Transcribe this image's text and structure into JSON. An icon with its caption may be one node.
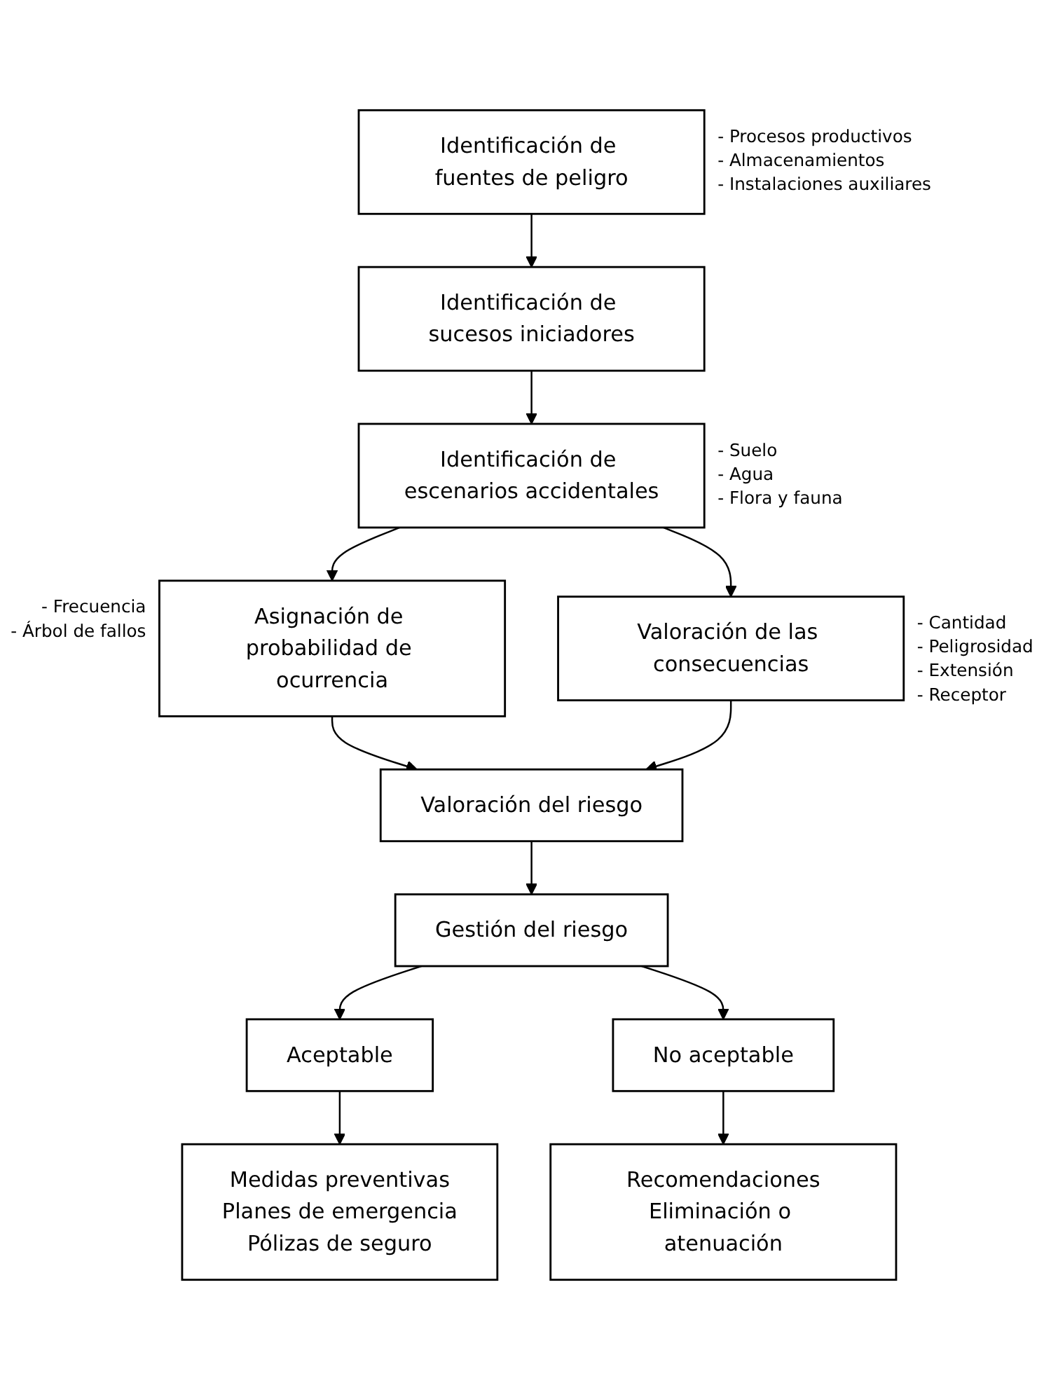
{
  "diagram": {
    "nodes": [
      {
        "text": [
          "Identificación de fuentes de peligro"
        ],
        "beside": [
          "- Procesos productivos",
          "- Almacenamientos",
          "- Instalaciones auxiliares"
        ]
      },
      {
        "text": [
          "Identificación de sucesos iniciadores"
        ]
      },
      {
        "text": [
          "Identificación de escenarios accidentales"
        ],
        "beside": [
          "- Suelo",
          "- Agua",
          "- Flora y fauna"
        ]
      },
      {
        "text": [
          "Asignación de probabilidad de ocurrencia"
        ],
        "beside": [
          "- Frecuencia",
          "- Árbol de fallos"
        ]
      },
      {
        "text": [
          "Valoración de las consecuencias"
        ],
        "beside": [
          "- Cantidad",
          "- Peligrosidad",
          "- Extensión",
          "- Receptor"
        ]
      },
      {
        "text": [
          "Valoración del riesgo"
        ]
      },
      {
        "text": [
          "Gestión del riesgo"
        ]
      },
      {
        "text": [
          "Aceptable"
        ]
      },
      {
        "text": [
          "No aceptable"
        ]
      },
      {
        "text": [
          "Medidas preventivas",
          "Planes de emergencia",
          "Pólizas de seguro"
        ]
      },
      {
        "text": [
          "Recomendaciones",
          "Eliminación o atenuación"
        ]
      }
    ],
    "edges": [
      {
        "from": 0,
        "to": 1,
        "arrow": "to"
      },
      {
        "from": 1,
        "to": 2,
        "arrow": "to"
      },
      {
        "from": 2,
        "to": 3,
        "arrow": "to"
      },
      {
        "from": 2,
        "to": 4,
        "arrow": "to"
      },
      {
        "from": 3,
        "to": 5,
        "arrow": "to"
      },
      {
        "from": 4,
        "to": 5,
        "arrow": "to"
      },
      {
        "from": 5,
        "to": 6,
        "arrow": "to"
      },
      {
        "from": 6,
        "to": 7,
        "arrow": "to"
      },
      {
        "from": 6,
        "to": 8,
        "arrow": "to"
      },
      {
        "from": 7,
        "to": 9,
        "arrow": "to"
      },
      {
        "from": 8,
        "to": 10,
        "arrow": "to"
      }
    ]
  }
}
